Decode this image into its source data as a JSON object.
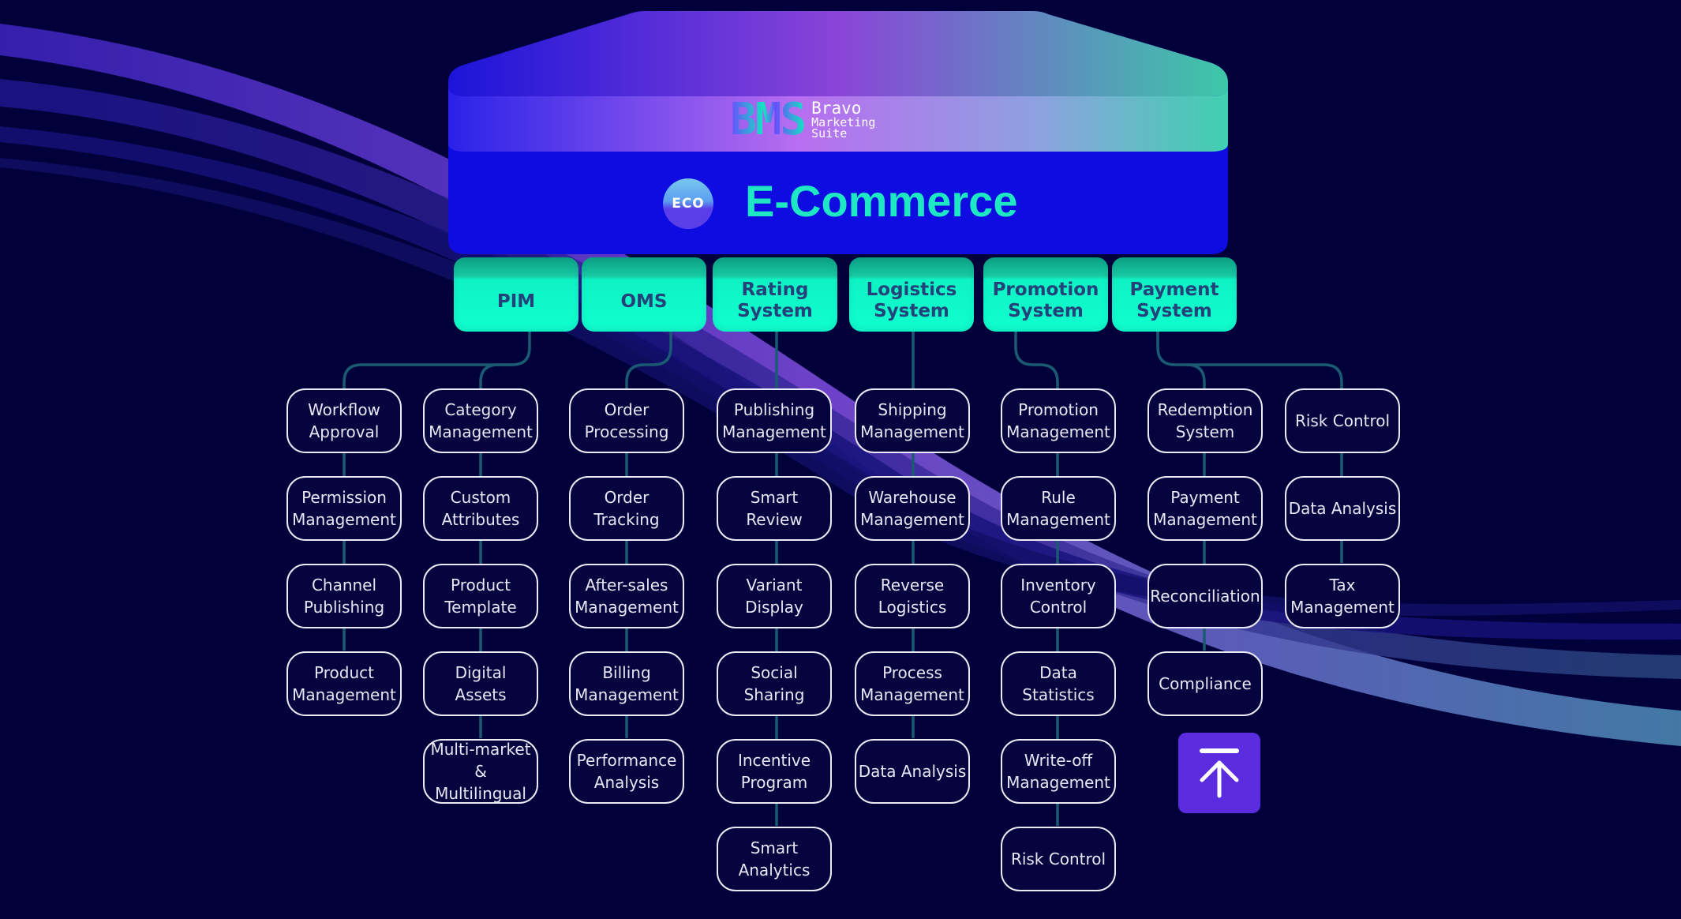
{
  "brand": {
    "logo_mark": "BMS",
    "logo_line1": "Bravo",
    "logo_line2": "Marketing",
    "logo_line3": "Suite",
    "badge_text": "ECO",
    "title": "E-Commerce"
  },
  "colors": {
    "background": "#02003a",
    "platform_blue": "#0e0ce0",
    "module_teal": "#10ffd0",
    "module_text": "#24427a",
    "connector": "#1a5a72",
    "node_border": "#eceaf5",
    "back_to_top": "#5b2be0"
  },
  "modules": [
    {
      "label": "PIM"
    },
    {
      "label": "OMS"
    },
    {
      "label": "Rating\nSystem"
    },
    {
      "label": "Logistics\nSystem"
    },
    {
      "label": "Promotion\nSystem"
    },
    {
      "label": "Payment\nSystem"
    }
  ],
  "columns": [
    {
      "module": "PIM",
      "items": [
        "Workflow\nApproval",
        "Permission\nManagement",
        "Channel\nPublishing",
        "Product\nManagement"
      ]
    },
    {
      "module": "PIM",
      "items": [
        "Category\nManagement",
        "Custom\nAttributes",
        "Product\nTemplate",
        "Digital\nAssets",
        "Multi-market &\nMultilingual"
      ]
    },
    {
      "module": "OMS",
      "items": [
        "Order\nProcessing",
        "Order\nTracking",
        "After-sales\nManagement",
        "Billing\nManagement",
        "Performance\nAnalysis"
      ]
    },
    {
      "module": "Rating System",
      "items": [
        "Publishing\nManagement",
        "Smart\nReview",
        "Variant\nDisplay",
        "Social\nSharing",
        "Incentive\nProgram",
        "Smart\nAnalytics"
      ]
    },
    {
      "module": "Logistics System",
      "items": [
        "Shipping\nManagement",
        "Warehouse\nManagement",
        "Reverse\nLogistics",
        "Process\nManagement",
        "Data Analysis"
      ]
    },
    {
      "module": "Promotion System",
      "items": [
        "Promotion\nManagement",
        "Rule\nManagement",
        "Inventory\nControl",
        "Data\nStatistics",
        "Write-off\nManagement",
        "Risk Control"
      ]
    },
    {
      "module": "Payment System",
      "items": [
        "Redemption\nSystem",
        "Payment\nManagement",
        "Reconciliation",
        "Compliance"
      ]
    },
    {
      "module": "Payment System",
      "items": [
        "Risk Control",
        "Data Analysis",
        "Tax\nManagement"
      ]
    }
  ],
  "back_to_top": {
    "icon": "arrow-up-to-line-icon"
  }
}
